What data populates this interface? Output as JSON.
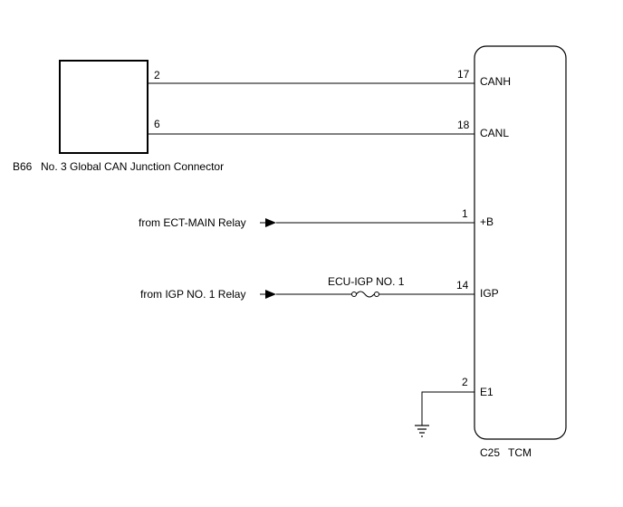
{
  "junction_connector": {
    "code": "B66",
    "name": "No. 3 Global CAN Junction Connector",
    "pins": [
      "2",
      "6"
    ]
  },
  "tcm": {
    "code": "C25",
    "name": "TCM",
    "terminals": [
      {
        "pin": "17",
        "label": "CANH"
      },
      {
        "pin": "18",
        "label": "CANL"
      },
      {
        "pin": "1",
        "label": "+B"
      },
      {
        "pin": "14",
        "label": "IGP"
      },
      {
        "pin": "2",
        "label": "E1"
      }
    ]
  },
  "sources": {
    "ect_main": "from ECT-MAIN Relay",
    "igp_relay": "from IGP NO. 1 Relay"
  },
  "fuse": {
    "label": "ECU-IGP NO. 1"
  }
}
